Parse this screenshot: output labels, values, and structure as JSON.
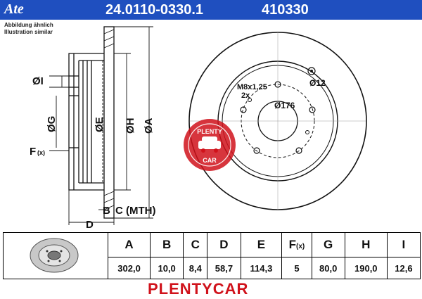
{
  "header": {
    "brand_logo": "Ate",
    "part_number": "24.0110-0330.1",
    "short_number": "410330"
  },
  "note": {
    "line1": "Abbildung ähnlich",
    "line2": "Illustration similar"
  },
  "side_view": {
    "label_I": "ØI",
    "label_G": "ØG",
    "label_E": "ØE",
    "label_H": "ØH",
    "label_A": "ØA",
    "label_F": "F",
    "label_F_sub": "(x)",
    "label_B": "B",
    "label_C": "C (MTH)",
    "label_D": "D"
  },
  "front_view": {
    "bolt_label": "M8x1,25",
    "hole_count_label": "2x",
    "pcd_label": "Ø176",
    "hole_dia_label": "Ø12"
  },
  "watermark": {
    "top": "PLENTY",
    "bottom": "CAR"
  },
  "table": {
    "headers": [
      "A",
      "B",
      "C",
      "D",
      "E",
      "F",
      "G",
      "H",
      "I"
    ],
    "f_sub": "(x)",
    "values": [
      "302,0",
      "10,0",
      "8,4",
      "58,7",
      "114,3",
      "5",
      "80,0",
      "190,0",
      "12,6"
    ]
  },
  "footer_brand": "PLENTYCAR",
  "colors": {
    "header_bg": "#1f4fbf",
    "brand_red": "#d0121b"
  }
}
